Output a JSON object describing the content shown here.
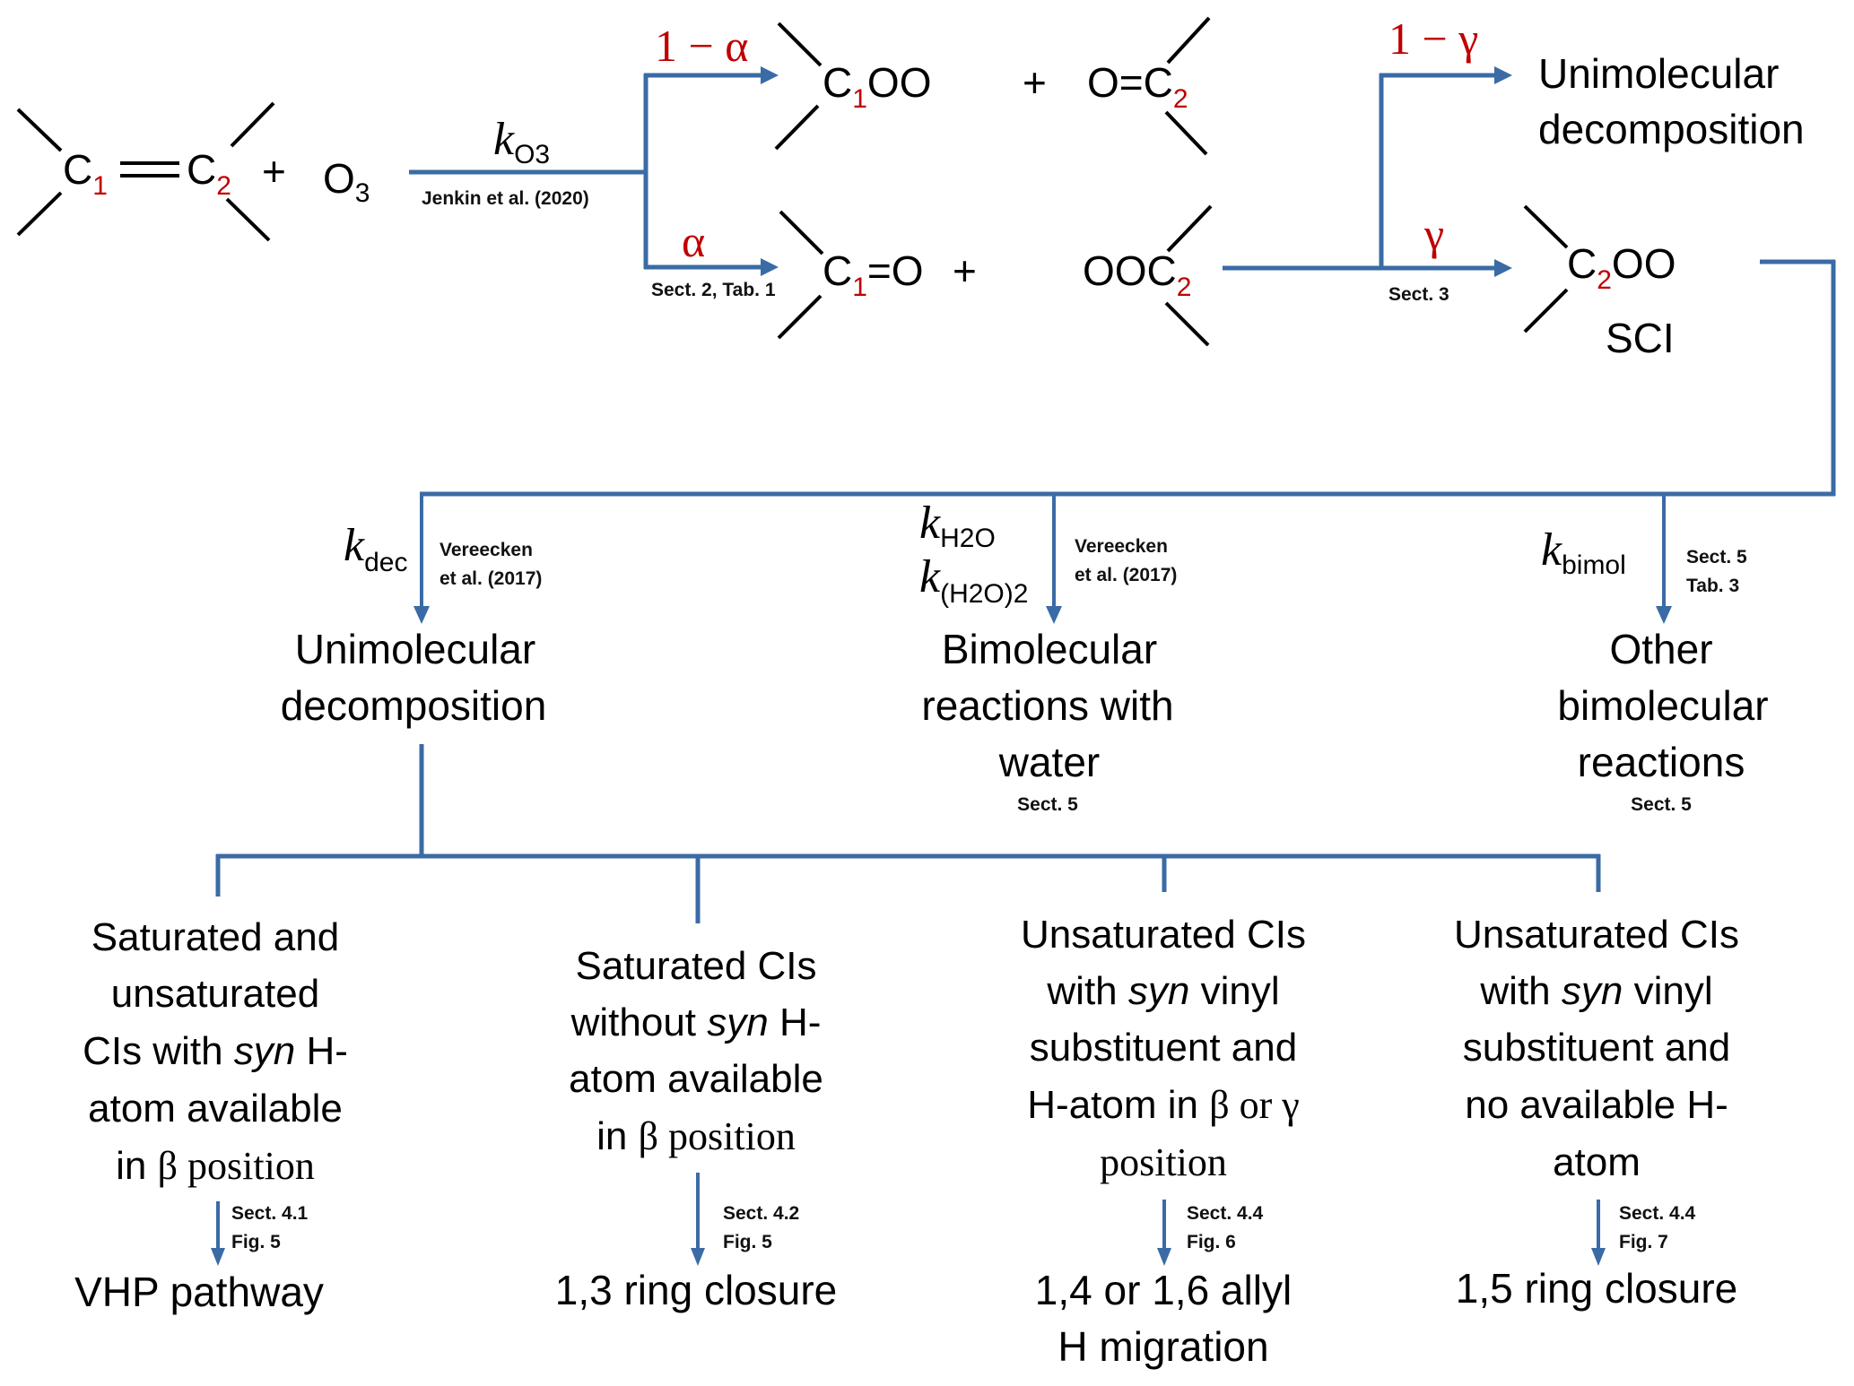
{
  "colors": {
    "flow": "#3a6ba5",
    "label_red": "#c00000",
    "text": "#000000"
  },
  "reactants": {
    "c1": "C",
    "c1_index": "1",
    "c2": "C",
    "c2_index": "2",
    "plus": "+",
    "o3": "O",
    "o3_sub": "3"
  },
  "step_ozonolysis": {
    "k_symbol": "k",
    "k_sub": "O3",
    "reference": "Jenkin et al. (2020)",
    "upper_fraction": "1 − α",
    "lower_fraction": "α",
    "lower_reference": "Sect. 2, Tab. 1"
  },
  "products_upper": {
    "ci": {
      "c": "C",
      "index": "1",
      "rest": "OO"
    },
    "plus": "+",
    "carbonyl": {
      "prefix": "O=C",
      "index": "2"
    }
  },
  "products_lower": {
    "carbonyl": {
      "c": "C",
      "index": "1",
      "rest": "=O"
    },
    "plus": "+",
    "ci": {
      "prefix": "OOC",
      "index": "2"
    }
  },
  "step_stabilization": {
    "upper_fraction": "1 − γ",
    "lower_fraction": "γ",
    "lower_reference": "Sect. 3",
    "upper_target_line1": "Unimolecular",
    "upper_target_line2": "decomposition",
    "sci": {
      "c": "C",
      "index": "2",
      "rest": "OO",
      "label": "SCI"
    }
  },
  "sci_fates": [
    {
      "k_symbol": "k",
      "k_sub": "dec",
      "reference_line1": "Vereecken",
      "reference_line2": "et al. (2017)",
      "title_lines": [
        "Unimolecular",
        "decomposition"
      ]
    },
    {
      "k_symbol": "k",
      "k_sub": "H2O",
      "k2_symbol": "k",
      "k2_sub": "(H2O)2",
      "reference_line1": "Vereecken",
      "reference_line2": "et al. (2017)",
      "title_lines": [
        "Bimolecular",
        "reactions with",
        "water"
      ],
      "section": "Sect. 5"
    },
    {
      "k_symbol": "k",
      "k_sub": "bimol",
      "reference_line1": "Sect. 5",
      "reference_line2": "Tab. 3",
      "title_lines": [
        "Other",
        "bimolecular",
        "reactions"
      ],
      "section": "Sect. 5"
    }
  ],
  "decomposition_channels": [
    {
      "condition_lines": [
        "Saturated and",
        "unsaturated",
        "CIs with |syn| H-",
        "atom available",
        "in β position"
      ],
      "l1": "Saturated and",
      "l2": "unsaturated",
      "l3a": "CIs with ",
      "l3b": "syn",
      "l3c": " H-",
      "l4": "atom available",
      "l5a": "in ",
      "l5b": "β position",
      "reference_line1": "Sect. 4.1",
      "reference_line2": "Fig. 5",
      "pathway": [
        "VHP pathway"
      ]
    },
    {
      "condition_lines": [
        "Saturated CIs",
        "without |syn| H-",
        "atom available",
        "in β position"
      ],
      "l1": "Saturated CIs",
      "l2a": "without ",
      "l2b": "syn",
      "l2c": " H-",
      "l3": "atom available",
      "l4a": "in ",
      "l4b": "β position",
      "reference_line1": "Sect. 4.2",
      "reference_line2": "Fig. 5",
      "pathway": [
        "1,3 ring closure"
      ]
    },
    {
      "condition_lines": [
        "Unsaturated CIs",
        "with |syn| vinyl",
        "substituent and",
        "H-atom in β or γ",
        "position"
      ],
      "l1": "Unsaturated CIs",
      "l2a": "with ",
      "l2b": "syn",
      "l2c": " vinyl",
      "l3": "substituent and",
      "l4a": "H-atom in ",
      "l4b": "β or γ",
      "l5": "position",
      "reference_line1": "Sect. 4.4",
      "reference_line2": "Fig. 6",
      "pathway": [
        "1,4 or 1,6 allyl",
        "H migration"
      ]
    },
    {
      "condition_lines": [
        "Unsaturated CIs",
        "with |syn| vinyl",
        "substituent and",
        "no available H-",
        "atom"
      ],
      "l1": "Unsaturated CIs",
      "l2a": "with ",
      "l2b": "syn",
      "l2c": " vinyl",
      "l3": "substituent and",
      "l4": "no available H-",
      "l5": "atom",
      "reference_line1": "Sect. 4.4",
      "reference_line2": "Fig. 7",
      "pathway": [
        "1,5 ring closure"
      ]
    }
  ]
}
